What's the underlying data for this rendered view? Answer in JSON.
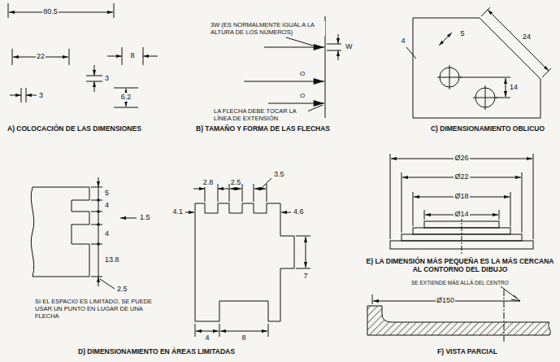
{
  "diagram": {
    "labels": [
      "80.5",
      "22",
      "8",
      "3",
      "3",
      "6.2",
      "A) COLOCACIÓN DE LAS DIMENSIONES",
      "3W (ES NORMALMENTE IGUAL A LA ALTURA DE LOS NÚMEROS)",
      "W",
      "O",
      "O",
      "LA FLECHA DEBE TOCAR LA LÍNEA DE EXTENSIÓN",
      "B) TAMAÑO Y FORMA DE LAS FLECHAS",
      "5",
      "24",
      "4",
      "14",
      "C) DIMENSIONAMIENTO OBLICUO",
      "3.5",
      "2.8",
      "2.5",
      "4.1",
      "4.6",
      "5",
      "4",
      "1.5",
      "4",
      "13.8",
      "2.5",
      "7",
      "4",
      "8",
      "SI EL ESPACIO ES LIMITADO, SE PUEDE USAR UN PUNTO EN LUGAR DE UNA FLECHA",
      "D) DIMENSIONAMIENTO EN ÁREAS LIMITADAS",
      "Ø26",
      "Ø22",
      "Ø18",
      "Ø14",
      "E) LA DIMENSIÓN MÁS PEQUEÑA ES LA MÁS CERCANA AL CONTORNO DEL DIBUJO",
      "SE EXTIENDE MÁS ALLÁ DEL CENTRO",
      "Ø150",
      "F) VISTA PARCIAL"
    ]
  }
}
